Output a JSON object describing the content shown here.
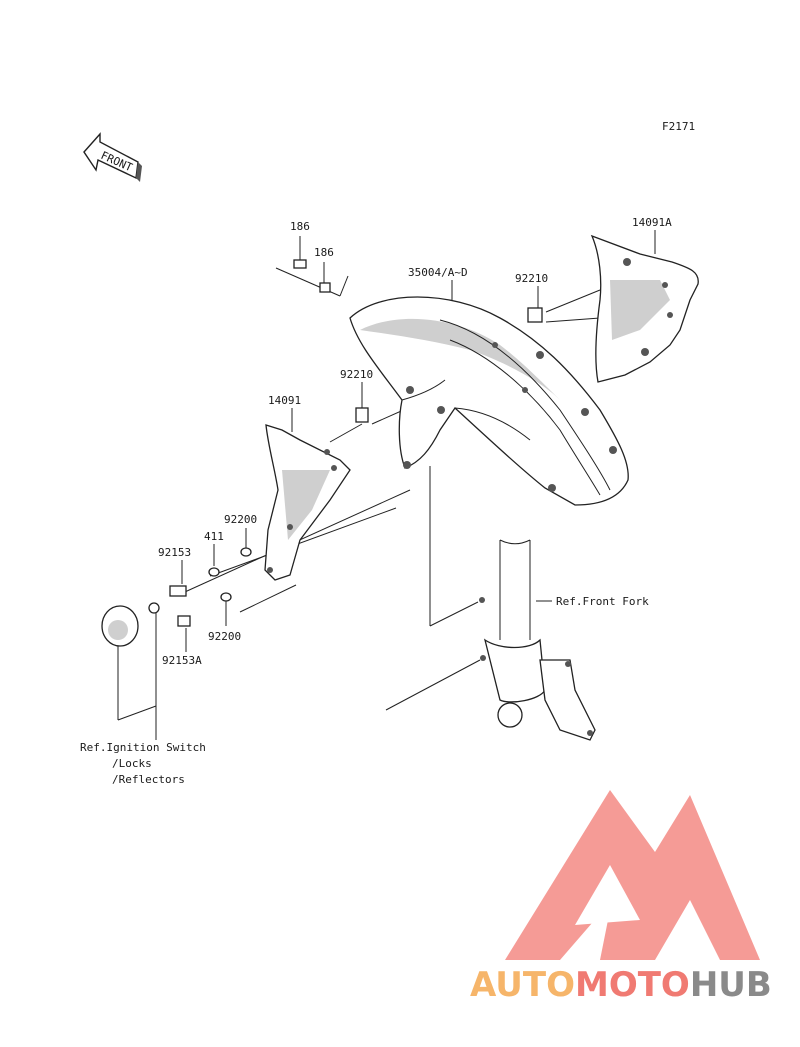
{
  "figure_code": "F2171",
  "front_arrow": "FRONT",
  "parts": {
    "p186a": "186",
    "p186b": "186",
    "p35004": "35004/A~D",
    "p92210a": "92210",
    "p14091A": "14091A",
    "p92210b": "92210",
    "p14091": "14091",
    "p92200a": "92200",
    "p411": "411",
    "p92153": "92153",
    "p92200b": "92200",
    "p92153A": "92153A"
  },
  "refs": {
    "front_fork": "Ref.Front Fork",
    "ignition_1": "Ref.Ignition Switch",
    "ignition_2": "/Locks",
    "ignition_3": "/Reflectors"
  },
  "watermark": {
    "part1": "AUTO",
    "part2": "MOTO",
    "part3": "HUB",
    "colors": {
      "auto": "#f6b56a",
      "moto": "#f07a72",
      "hub": "#8a8a8a",
      "triangle": "#f48a84"
    }
  }
}
